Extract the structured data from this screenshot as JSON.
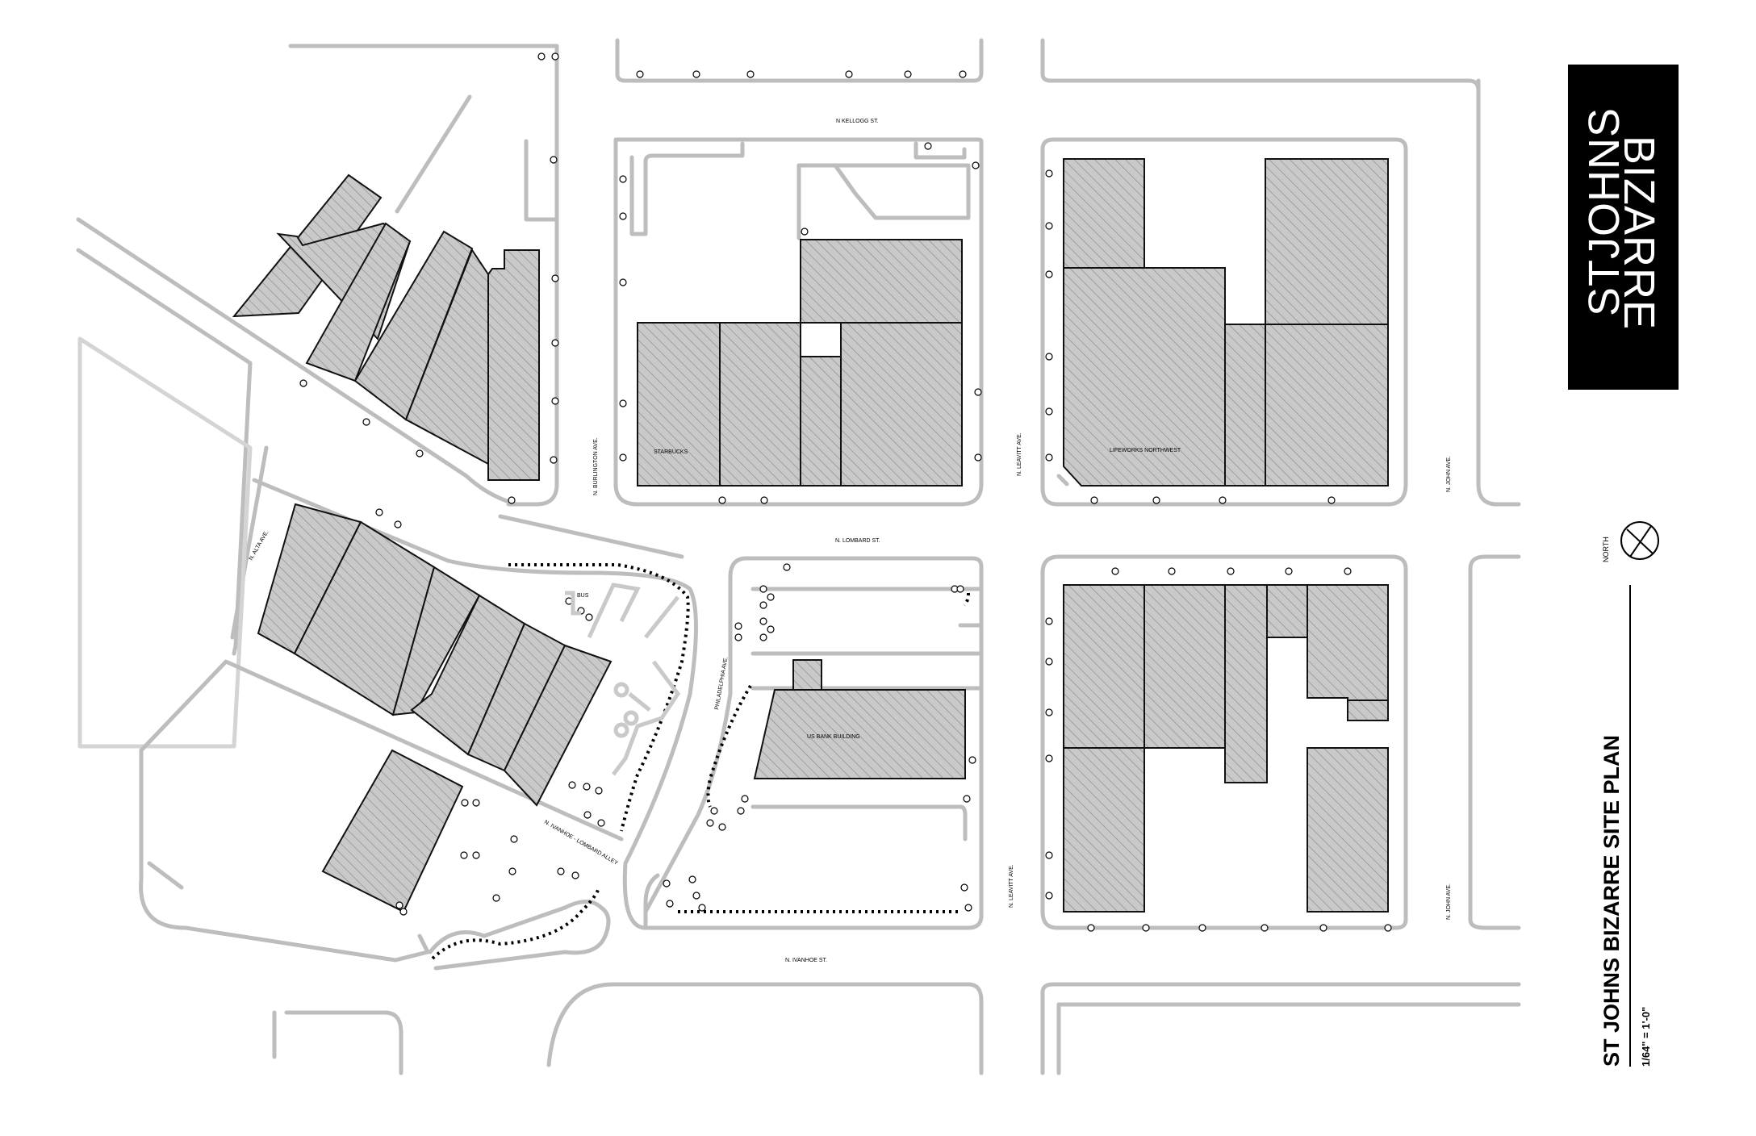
{
  "map": {
    "streets": {
      "kellogg": "N KELLOGG ST.",
      "lombard": "N. LOMBARD ST.",
      "ivanhoe": "N. IVANHOE ST.",
      "burlington": "N. BURLINGTON AVE.",
      "leavitt_top": "N. LEAVITT AVE.",
      "leavitt_bottom": "N. LEAVITT AVE.",
      "john_top": "N. JOHN AVE.",
      "john_bottom": "N. JOHN AVE.",
      "alta": "N. ALTA AVE.",
      "philadelphia": "PHILADELPHIA AVE.",
      "alley": "N. IVANHOE - LOMBARD ALLEY"
    },
    "buildings": {
      "starbucks": "STARBUCKS",
      "lifeworks": "LIFEWORKS NORTHWEST",
      "usbank": "US BANK BUILDING",
      "bus": "BUS"
    }
  },
  "title": {
    "main": "ST JOHNS BIZARRE SITE PLAN",
    "scale": "1/64\" = 1'-0\"",
    "north": "NORTH"
  },
  "logo": {
    "line1": "STJOHNS",
    "line2": "BIZARRE"
  },
  "colors": {
    "building_fill": "#c9c9c9",
    "hatch": "#7a7a7a",
    "street_line": "#bdbdbd",
    "logo_bg": "#000000"
  }
}
